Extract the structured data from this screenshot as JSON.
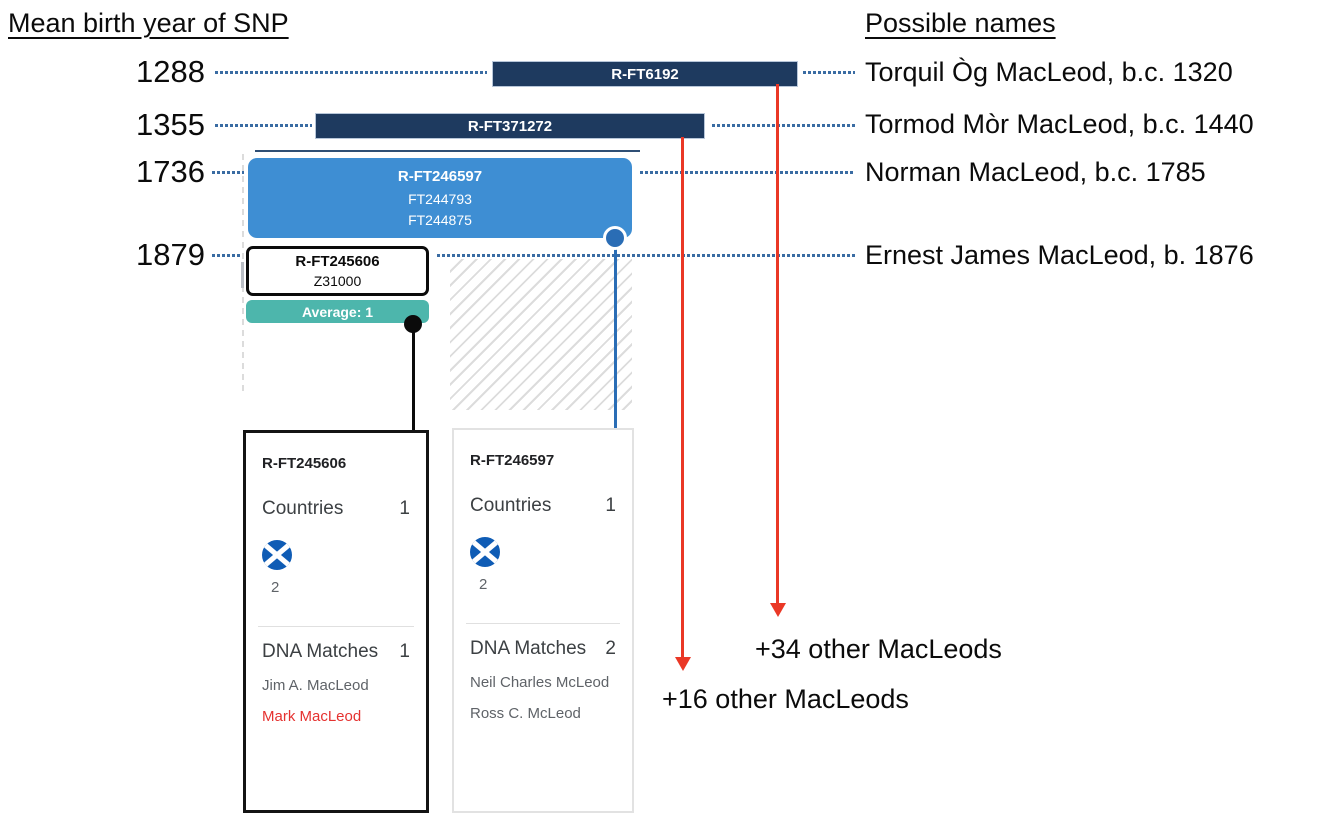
{
  "header": {
    "left": "Mean birth year of SNP",
    "right": "Possible names"
  },
  "rows": [
    {
      "year": "1288",
      "snp": "R-FT6192",
      "name": "Torquil Òg MacLeod, b.c. 1320"
    },
    {
      "year": "1355",
      "snp": "R-FT371272",
      "name": "Tormod Mòr MacLeod, b.c. 1440"
    },
    {
      "year": "1736",
      "snp": "R-FT246597",
      "name": "Norman MacLeod, b.c. 1785"
    },
    {
      "year": "1879",
      "snp": "R-FT245606",
      "name": "Ernest James MacLeod, b. 1876"
    }
  ],
  "blue_block": {
    "title": "R-FT246597",
    "variant1": "FT244793",
    "variant2": "FT244875"
  },
  "white_block": {
    "title": "R-FT245606",
    "variant": "Z31000"
  },
  "average_badge": {
    "label": "Average: 1"
  },
  "arrow_labels": {
    "plus34": "+34 other MacLeods",
    "plus16": "+16 other MacLeods"
  },
  "cards": [
    {
      "title": "R-FT245606",
      "countries_label": "Countries",
      "countries_count": "1",
      "flag_icon": "scotland-flag-icon",
      "flag_count": "2",
      "dna_label": "DNA Matches",
      "dna_count": "1",
      "match1": "Jim A. MacLeod",
      "match2": "Mark MacLeod"
    },
    {
      "title": "R-FT246597",
      "countries_label": "Countries",
      "countries_count": "1",
      "flag_icon": "scotland-flag-icon",
      "flag_count": "2",
      "dna_label": "DNA Matches",
      "dna_count": "2",
      "match1": "Neil Charles McLeod",
      "match2": "Ross C. McLeod"
    }
  ],
  "colors": {
    "navy_bar": "#1e3a5f",
    "blue_block": "#3e8ed3",
    "teal_badge": "#4db6ac",
    "leader_dots": "#3a6ca3",
    "red_accent": "#ea3826",
    "match_red": "#e53230",
    "flag_blue": "#0f5cb5"
  }
}
